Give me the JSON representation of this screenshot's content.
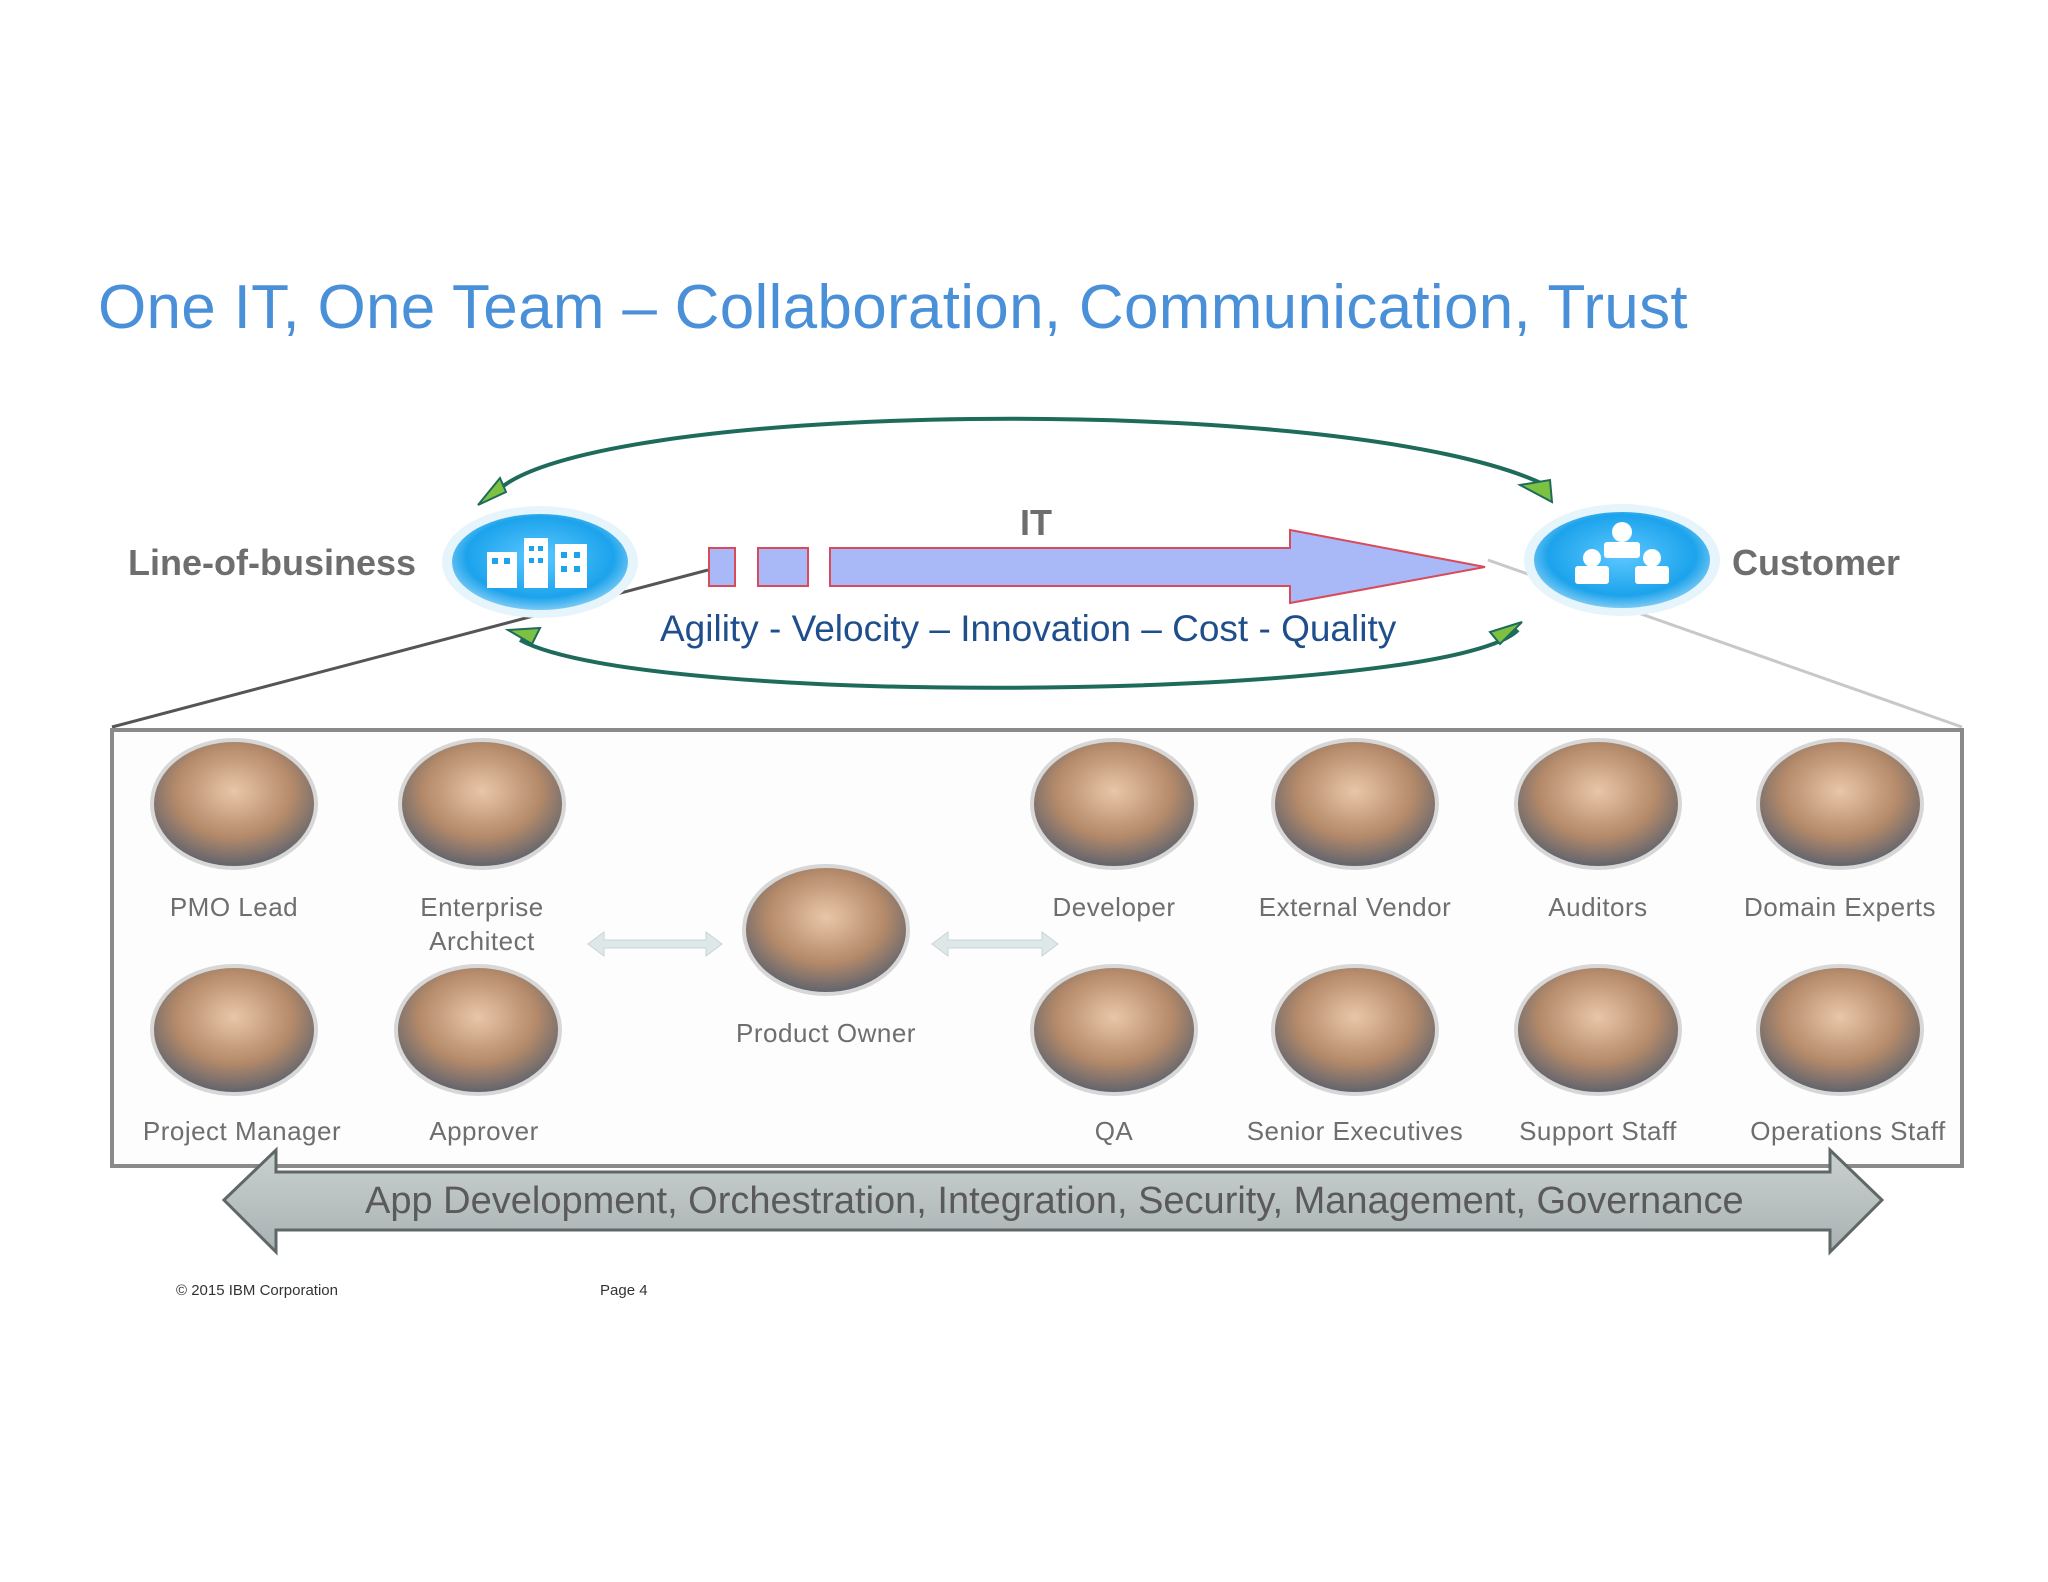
{
  "slide": {
    "title": "One IT, One Team – Collaboration, Communication, Trust"
  },
  "flow": {
    "left_label": "Line-of-business",
    "right_label": "Customer",
    "middle_label": "IT",
    "values_text": "Agility - Velocity – Innovation – Cost - Quality",
    "left_icon": "building-icon",
    "right_icon": "org-chart-icon"
  },
  "roles": {
    "pmo_lead": "PMO Lead",
    "enterprise_architect_line1": "Enterprise",
    "enterprise_architect_line2": "Architect",
    "project_manager": "Project Manager",
    "approver": "Approver",
    "product_owner": "Product Owner",
    "developer": "Developer",
    "external_vendor": "External Vendor",
    "auditors": "Auditors",
    "domain_experts": "Domain Experts",
    "qa": "QA",
    "senior_executives": "Senior Executives",
    "support_staff": "Support Staff",
    "operations_staff": "Operations Staff"
  },
  "bottom_arrow": {
    "text": "App Development, Orchestration, Integration, Security, Management, Governance"
  },
  "footer": {
    "copyright": "© 2015 IBM Corporation",
    "page": "Page 4"
  },
  "colors": {
    "title": "#4a90d9",
    "values_text": "#1f4e8c",
    "it_arrow_fill": "#a9b8f7",
    "it_arrow_edge": "#d94b5a",
    "arc_stroke": "#1e6b5c",
    "arc_head": "#7cc142",
    "icon_blue": "#1ca3ec",
    "bottom_arrow_fill": "#b7bfbf",
    "label_gray": "#6e6e6e"
  }
}
